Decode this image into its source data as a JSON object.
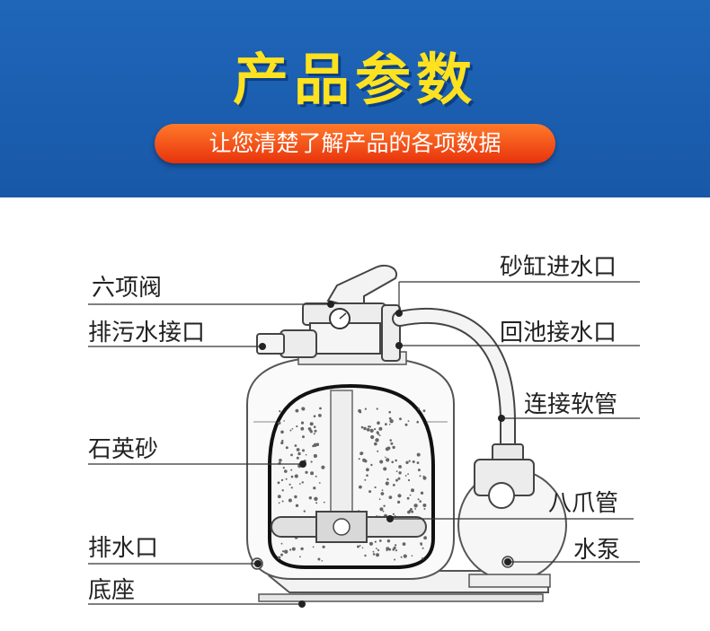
{
  "header": {
    "title": "产品参数",
    "subtitle": "让您清楚了解产品的各项数据"
  },
  "labels": {
    "six_way_valve": "六项阀",
    "drain_port": "排污水接口",
    "quartz_sand": "石英砂",
    "water_outlet": "排水口",
    "base": "底座",
    "sand_tank_inlet": "砂缸进水口",
    "return_port": "回池接水口",
    "connecting_hose": "连接软管",
    "laterals": "八爪管",
    "pump": "水泵"
  },
  "colors": {
    "banner": "#1f66b9",
    "title": "#ffe21f",
    "pill": "#f0521a",
    "line": "#333333"
  }
}
